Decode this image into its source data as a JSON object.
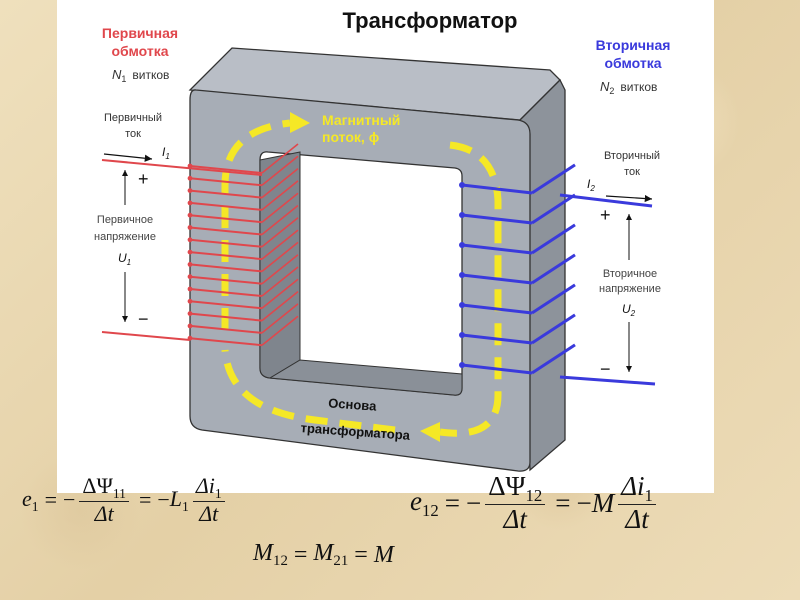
{
  "title": "Трансформатор",
  "primary": {
    "heading_line1": "Первичная",
    "heading_line2": "обмотка",
    "turns_symbol": "N",
    "turns_sub": "1",
    "turns_label": "витков",
    "current_line1": "Первичный",
    "current_line2": "ток",
    "current_symbol": "I",
    "current_sub": "1",
    "plus": "+",
    "minus": "−",
    "voltage_line1": "Первичное",
    "voltage_line2": "напряжение",
    "voltage_symbol": "U",
    "voltage_sub": "1",
    "color": "#e0474c"
  },
  "secondary": {
    "heading_line1": "Вторичная",
    "heading_line2": "обмотка",
    "turns_symbol": "N",
    "turns_sub": "2",
    "turns_label": "витков",
    "current_line1": "Вторичный",
    "current_line2": "ток",
    "current_symbol": "I",
    "current_sub": "2",
    "plus": "+",
    "minus": "−",
    "voltage_line1": "Вторичное",
    "voltage_line2": "напряжение",
    "voltage_symbol": "U",
    "voltage_sub": "2",
    "color": "#3a3adc"
  },
  "flux": {
    "line1": "Магнитный",
    "line2": "поток,",
    "symbol": "ϕ",
    "color": "#f5e826"
  },
  "core": {
    "line1": "Основа",
    "line2": "трансформатора",
    "color": "#a7adb6"
  },
  "formulas": {
    "f1": {
      "lhs": "e",
      "lhs_sub": "1",
      "eq": "=",
      "neg": "−",
      "num1": "ΔΨ",
      "num1_sub": "11",
      "den1": "Δt",
      "coef": "L",
      "coef_sub": "1",
      "num2": "Δi",
      "num2_sub": "1",
      "den2": "Δt"
    },
    "f2": {
      "lhs": "e",
      "lhs_sub": "12",
      "eq": "=",
      "neg": "−",
      "num1": "ΔΨ",
      "num1_sub": "12",
      "den1": "Δt",
      "coef": "M",
      "num2": "Δi",
      "num2_sub": "1",
      "den2": "Δt"
    },
    "f3": {
      "a": "M",
      "a_sub": "12",
      "eq": "=",
      "b": "M",
      "b_sub": "21",
      "c": "M"
    }
  }
}
